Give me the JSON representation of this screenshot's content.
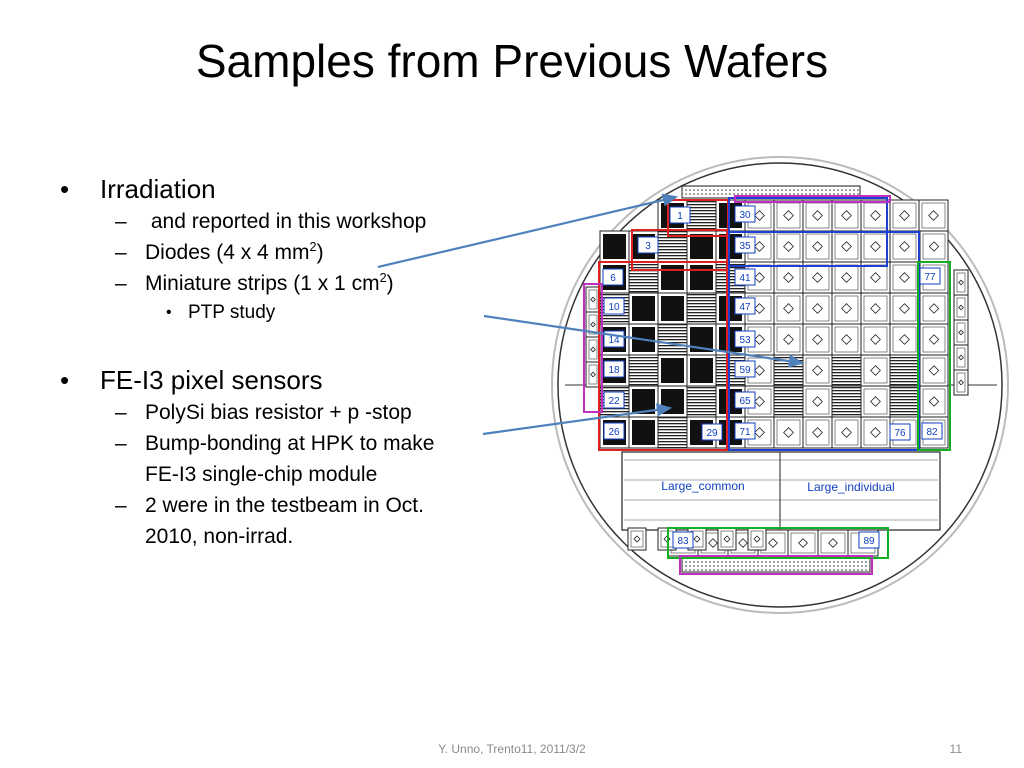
{
  "slide": {
    "title": "Samples from Previous Wafers",
    "bullets": {
      "irradiation": "Irradiation",
      "reported": "and reported in this workshop",
      "diodes_pre": "Diodes (4 x 4 mm",
      "diodes_sup": "2",
      "diodes_post": ")",
      "strips_pre": "Miniature strips (1 x 1 cm",
      "strips_sup": "2",
      "strips_post": ")",
      "ptp": "PTP study",
      "fei3": "FE-I3 pixel sensors",
      "polysi": "PolySi bias resistor + p -stop",
      "bump_line1": "Bump-bonding at HPK to make",
      "bump_line2": "FE-I3 single-chip module",
      "testbeam_line1": "2 were in the testbeam in Oct.",
      "testbeam_line2": "2010, non-irrad."
    },
    "markers": {
      "bullet": "•",
      "dash": "–"
    }
  },
  "wafer": {
    "labels": {
      "large_common": "Large_common",
      "large_individual": "Large_individual"
    },
    "chip_numbers": [
      "1",
      "3",
      "6",
      "10",
      "14",
      "18",
      "22",
      "26",
      "29",
      "30",
      "35",
      "41",
      "47",
      "53",
      "59",
      "65",
      "71",
      "76",
      "77",
      "82",
      "83",
      "89"
    ]
  },
  "footer": {
    "center": "Y. Unno, Trento11, 2011/3/2",
    "page": "11"
  },
  "colors": {
    "arrow": "#4f81bd",
    "red": "#e02020",
    "blue": "#1f3fd0",
    "green": "#10b020",
    "magenta": "#c030c0",
    "chip_label": "#1040c0"
  }
}
